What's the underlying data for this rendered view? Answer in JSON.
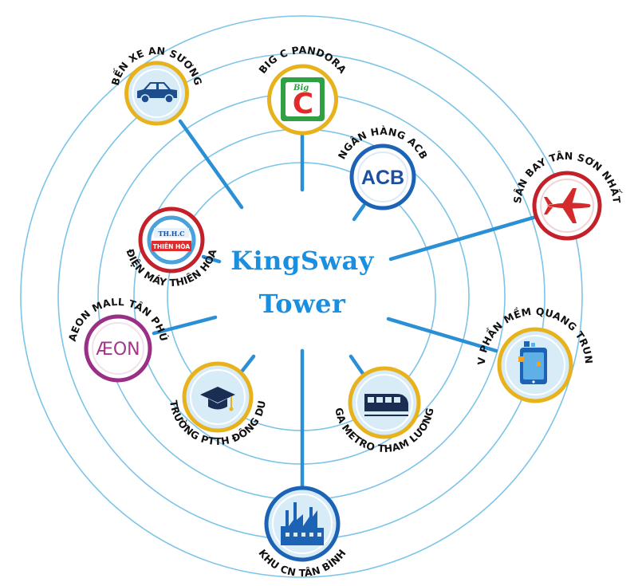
{
  "center": {
    "line1": "KingSway",
    "line2": "Tower"
  },
  "colors": {
    "ring": "#7cc4e8",
    "spoke": "#2b8fd6",
    "title": "#1a8fe0",
    "node_border_gold": "#e8b21c",
    "node_border_blue": "#1d63b5",
    "node_border_red": "#c4202a",
    "node_border_purple": "#9a2f86",
    "node_fill": "#d8ecf8"
  },
  "locations": [
    {
      "id": "ben-xe-an-suong",
      "label": "BẾN XE AN SƯƠNG",
      "icon": "car-icon"
    },
    {
      "id": "big-c-pandora",
      "label": "BIG C PANDORA",
      "icon": "big-c-logo",
      "logo_text_small": "Big",
      "logo_text_big": "C"
    },
    {
      "id": "ngan-hang-acb",
      "label": "NGÂN HÀNG ACB",
      "icon": "acb-logo",
      "logo_text": "ACB"
    },
    {
      "id": "san-bay-tan-son-nhat",
      "label": "SÂN BAY TÂN SƠN NHẤT",
      "icon": "airplane-icon"
    },
    {
      "id": "dien-may-thien-hoa",
      "label": "ĐIỆN MÁY THIÊN HÒA",
      "icon": "thien-hoa-logo",
      "logo_text_top": "TH.H.C",
      "logo_text": "THIÊN HÒA"
    },
    {
      "id": "aeon-mall-tan-phu",
      "label": "AEON MALL TÂN PHÚ",
      "icon": "aeon-logo",
      "logo_text": "ÆON"
    },
    {
      "id": "cv-phan-mem-quang-trung",
      "label": "CV PHẦN MỀM QUANG TRUNG",
      "icon": "mobile-phone-icon"
    },
    {
      "id": "truong-ptth-dong-du",
      "label": "TRƯỜNG PTTH ĐÔNG DU",
      "icon": "graduation-cap-icon"
    },
    {
      "id": "ga-metro-tham-luong",
      "label": "GA METRO THAM LƯƠNG",
      "icon": "metro-train-icon"
    },
    {
      "id": "khu-cn-tan-binh",
      "label": "KHU CN TÂN BÌNH",
      "icon": "factory-icon"
    }
  ]
}
